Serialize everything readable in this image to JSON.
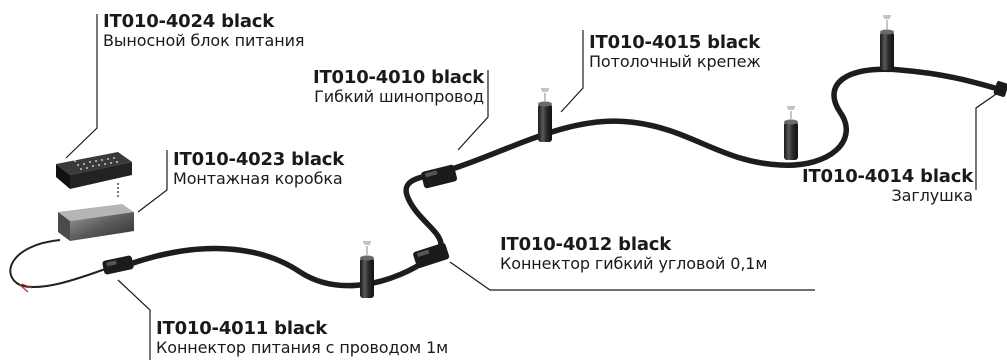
{
  "colors": {
    "cable": "#1d1d1d",
    "component": "#2a2a2a",
    "leader": "#1a1a1a",
    "background": "#ffffff"
  },
  "components": [
    {
      "code": "IT010-4024 black",
      "name": "Выносной блок питания",
      "icon": "power-supply-icon"
    },
    {
      "code": "IT010-4023 black",
      "name": "Монтажная коробка",
      "icon": "junction-box-icon"
    },
    {
      "code": "IT010-4010 black",
      "name": "Гибкий шинопровод",
      "icon": "flexible-track-icon"
    },
    {
      "code": "IT010-4015 black",
      "name": "Потолочный крепеж",
      "icon": "ceiling-mount-icon"
    },
    {
      "code": "IT010-4014 black",
      "name": "Заглушка",
      "icon": "end-cap-icon"
    },
    {
      "code": "IT010-4012 black",
      "name": "Коннектор гибкий угловой 0,1м",
      "icon": "flexible-connector-icon"
    },
    {
      "code": "IT010-4011 black",
      "name": "Коннектор питания с проводом 1м",
      "icon": "power-connector-icon"
    }
  ]
}
